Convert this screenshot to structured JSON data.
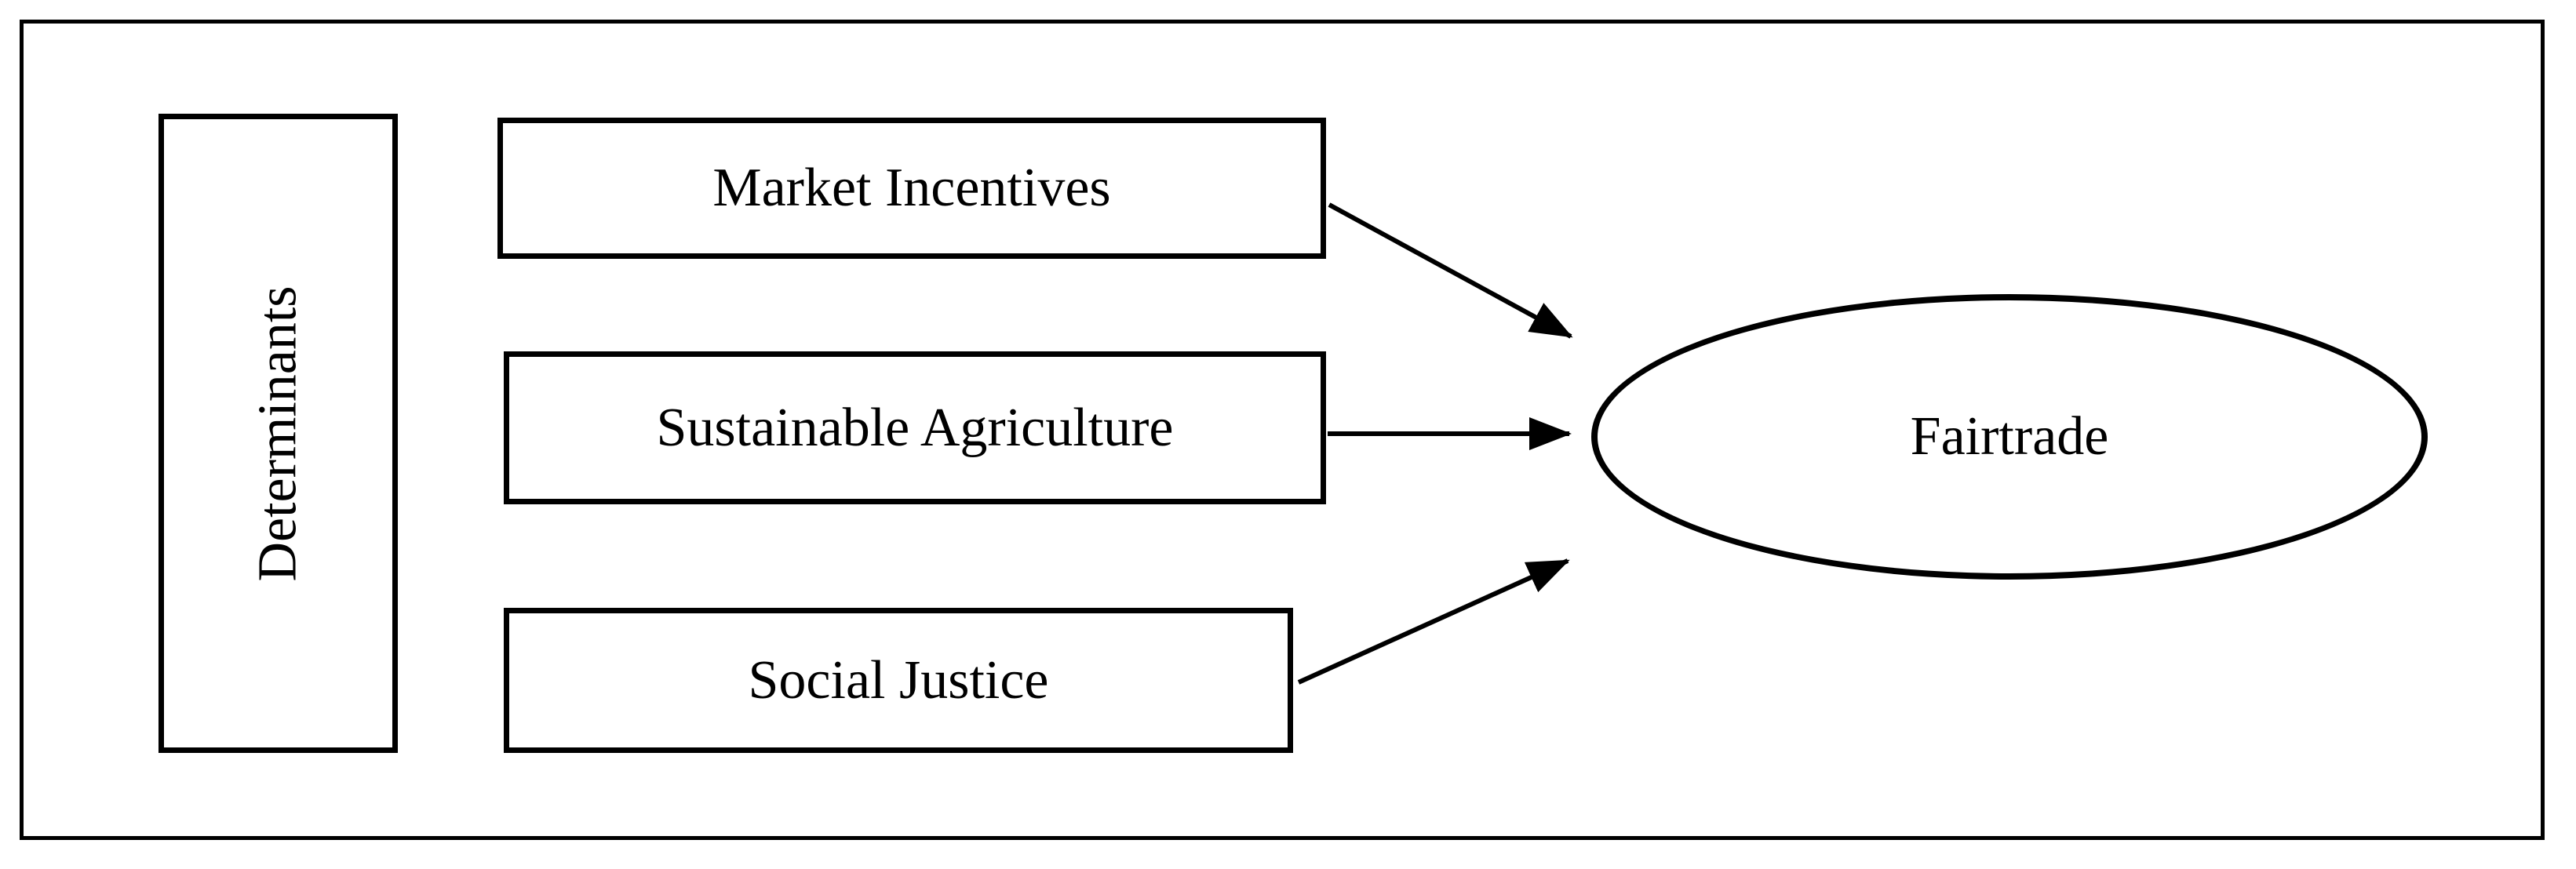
{
  "diagram": {
    "side_label": {
      "text": "Determinants"
    },
    "factors": [
      {
        "label": "Market Incentives"
      },
      {
        "label": "Sustainable Agriculture"
      },
      {
        "label": "Social Justice"
      }
    ],
    "outcome": {
      "label": "Fairtrade"
    },
    "edges": [
      {
        "from": "Market Incentives",
        "to": "Fairtrade"
      },
      {
        "from": "Sustainable Agriculture",
        "to": "Fairtrade"
      },
      {
        "from": "Social Justice",
        "to": "Fairtrade"
      }
    ],
    "colors": {
      "stroke": "#000000",
      "background": "#ffffff"
    }
  }
}
